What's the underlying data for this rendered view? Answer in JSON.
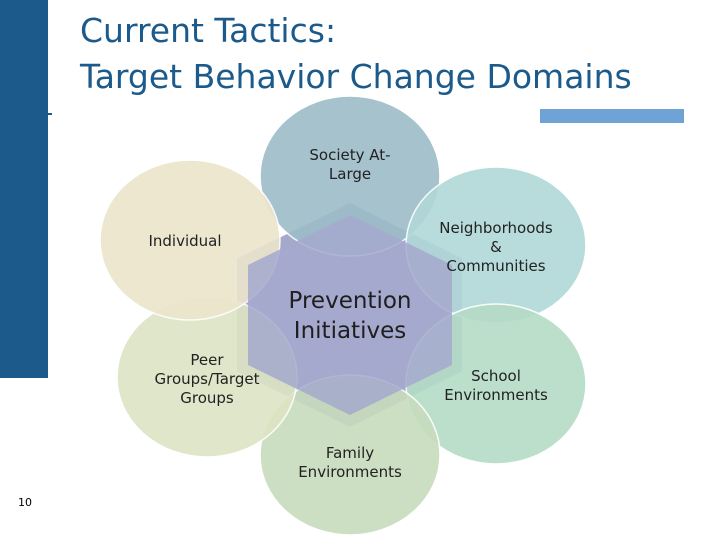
{
  "slide": {
    "title_line1": "Current Tactics:",
    "title_line2": "Target Behavior Change Domains",
    "page_number": "10"
  },
  "diagram": {
    "center_label_line1": "Prevention",
    "center_label_line2": "Initiatives",
    "center_color": "#a4a9cc",
    "nodes": [
      {
        "id": "society",
        "line1": "Society At-",
        "line2": "Large",
        "line3": "",
        "color": "#9dbcc8"
      },
      {
        "id": "neighborhoods",
        "line1": "Neighborhoods",
        "line2": "&",
        "line3": "Communities",
        "color": "#b1d8d8"
      },
      {
        "id": "school",
        "line1": "School",
        "line2": "Environments",
        "line3": "",
        "color": "#b5dcc6"
      },
      {
        "id": "family",
        "line1": "Family",
        "line2": "Environments",
        "line3": "",
        "color": "#c8dcbd"
      },
      {
        "id": "peer",
        "line1": "Peer",
        "line2": "Groups/Target",
        "line3": "Groups",
        "color": "#dde4c4"
      },
      {
        "id": "individual",
        "line1": "Individual",
        "line2": "",
        "line3": "",
        "color": "#ece5cc"
      }
    ]
  }
}
